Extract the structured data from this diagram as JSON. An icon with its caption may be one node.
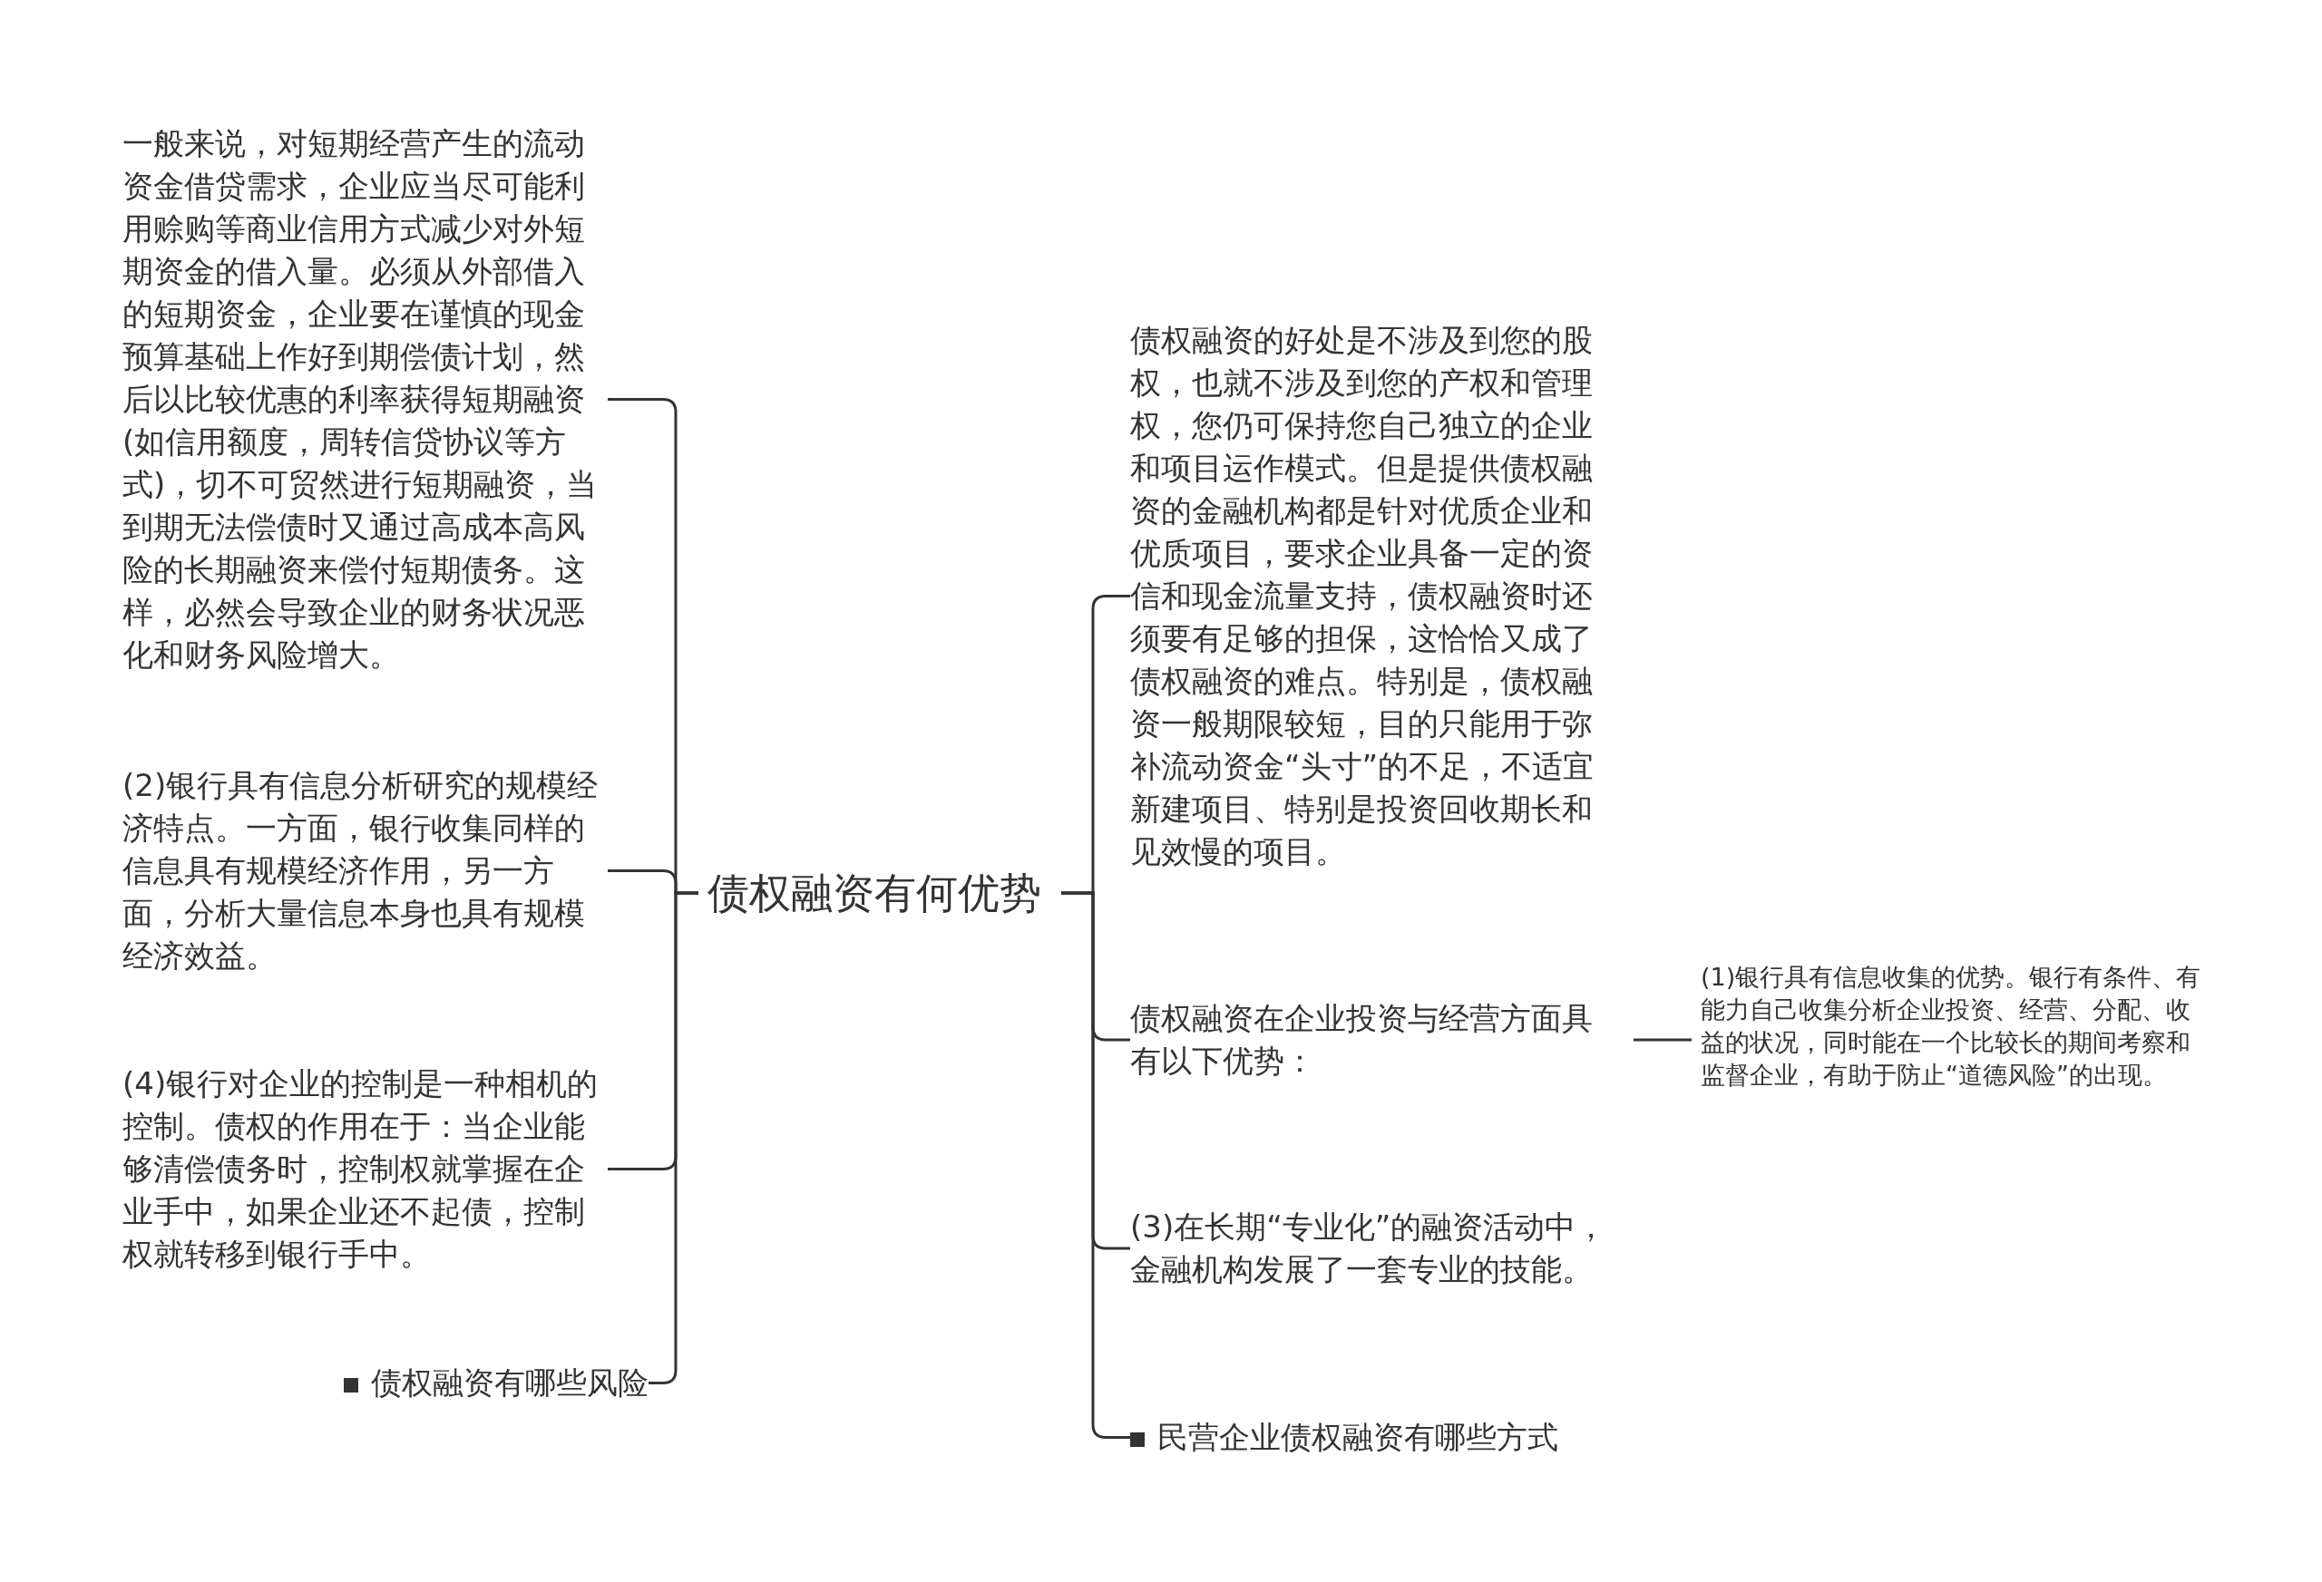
{
  "diagram": {
    "nodes": [
      {
        "text": [
          "债权融资有何优势"
        ]
      },
      {
        "text": [
          "一般来说，对短期经营产生的流动资金借贷需求，企业应当尽可能利用赊购等商业信用方式减少对外短期资金的借入量。必须从外部借入的短期资金，企业要在谨慎的现金预算基础上作好到期偿债计划，然后以比较优惠的利率获得短期融资(如信用额度，周转信贷协议等方式)，切不可贸然进行短期融资，当到期无法偿债时又通过高成本高风险的长期融资来偿付短期债务。这样，必然会导致企业的财务状况恶化和财务风险增大。"
        ]
      },
      {
        "text": [
          "(2)银行具有信息分析研究的规模经济特点。一方面，银行收集同样的信息具有规模经济作用，另一方面，分析大量信息本身也具有规模经济效益。"
        ]
      },
      {
        "text": [
          "(4)银行对企业的控制是一种相机的控制。债权的作用在于：当企业能够清偿债务时，控制权就掌握在企业手中，如果企业还不起债，控制权就转移到银行手中。"
        ]
      },
      {
        "text": [
          "债权融资有哪些风险"
        ]
      },
      {
        "text": [
          "债权融资的好处是不涉及到您的股权，也就不涉及到您的产权和管理权，您仍可保持您自己独立的企业和项目运作模式。但是提供债权融资的金融机构都是针对优质企业和优质项目，要求企业具备一定的资信和现金流量支持，债权融资时还须要有足够的担保，这恰恰又成了债权融资的难点。特别是，债权融资一般期限较短，目的只能用于弥补流动资金“头寸”的不足，不适宜新建项目、特别是投资回收期长和见效慢的项目。"
        ]
      },
      {
        "text": [
          "债权融资在企业投资与经营方面具有以下优势："
        ]
      },
      {
        "text": [
          "(1)银行具有信息收集的优势。银行有条件、有能力自己收集分析企业投资、经营、分配、收益的状况，同时能在一个比较长的期间考察和监督企业，有助于防止“道德风险”的出现。"
        ]
      },
      {
        "text": [
          "(3)在长期“专业化”的融资活动中，金融机构发展了一套专业的技能。"
        ]
      },
      {
        "text": [
          "民营企业债权融资有哪些方式"
        ]
      }
    ],
    "edges": [
      {
        "from": 0,
        "to": 1,
        "arrow": "none"
      },
      {
        "from": 0,
        "to": 2,
        "arrow": "none"
      },
      {
        "from": 0,
        "to": 3,
        "arrow": "none"
      },
      {
        "from": 0,
        "to": 4,
        "arrow": "none"
      },
      {
        "from": 0,
        "to": 5,
        "arrow": "none"
      },
      {
        "from": 0,
        "to": 6,
        "arrow": "none"
      },
      {
        "from": 6,
        "to": 7,
        "arrow": "none"
      },
      {
        "from": 0,
        "to": 8,
        "arrow": "none"
      },
      {
        "from": 0,
        "to": 9,
        "arrow": "none"
      }
    ]
  }
}
